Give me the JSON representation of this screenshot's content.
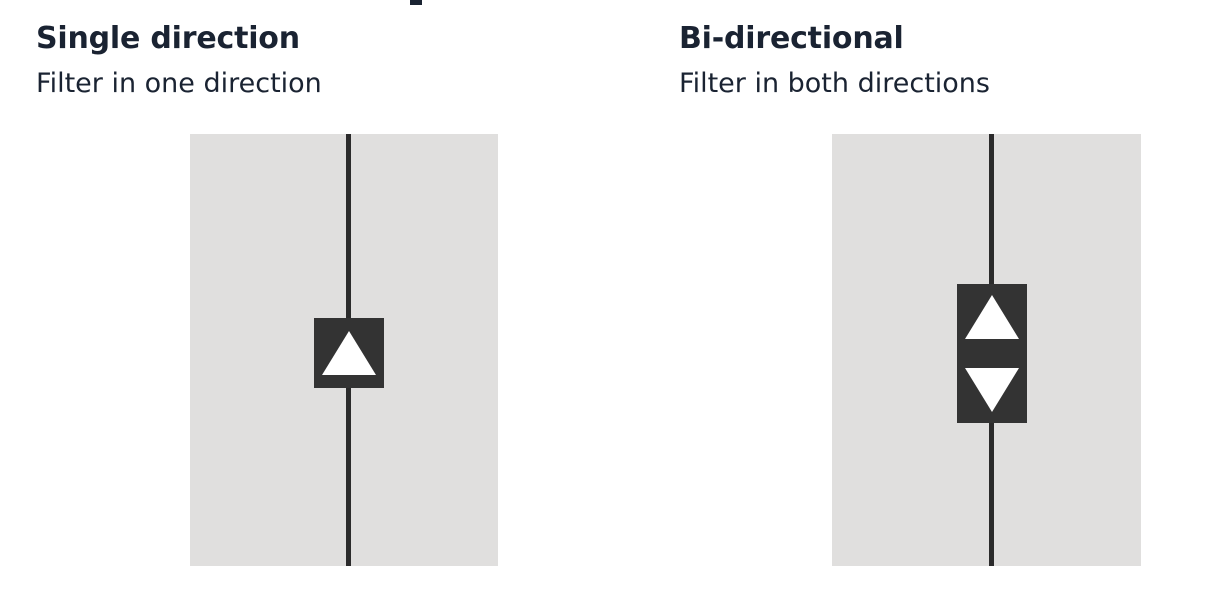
{
  "panels": {
    "single": {
      "heading": "Single direction",
      "subtitle": "Filter in one direction",
      "icons": [
        "arrow-up-icon"
      ]
    },
    "bidirectional": {
      "heading": "Bi-directional",
      "subtitle": "Filter in both directions",
      "icons": [
        "arrow-up-icon",
        "arrow-down-icon"
      ]
    }
  },
  "colors": {
    "text": "#1a2332",
    "box_background": "#e0dfde",
    "line": "#2b2b2b",
    "arrow_block": "#333333",
    "arrow": "#ffffff"
  }
}
